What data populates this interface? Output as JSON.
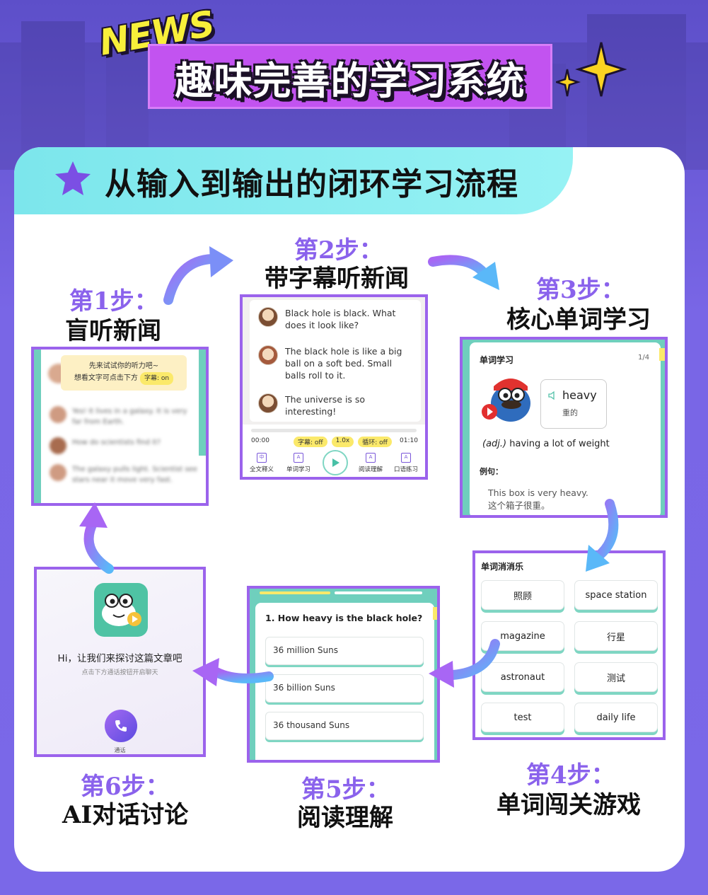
{
  "header": {
    "badge": "NEWS",
    "title": "趣味完善的学习系统"
  },
  "banner": {
    "title": "从输入到输出的闭环学习流程"
  },
  "steps": [
    {
      "num": "第1步：",
      "name": "盲听新闻"
    },
    {
      "num": "第2步：",
      "name": "带字幕听新闻"
    },
    {
      "num": "第3步：",
      "name": "核心单词学习"
    },
    {
      "num": "第4步：",
      "name": "单词闯关游戏"
    },
    {
      "num": "第5步：",
      "name": "阅读理解"
    },
    {
      "num": "第6步：",
      "name": "AI对话讨论"
    }
  ],
  "s1": {
    "hint_line1": "先来试试你的听力吧~",
    "hint_line2": "想看文字可点击下方",
    "hint_pill": "字幕: on",
    "lines": [
      "Yes! It lives in a galaxy. It is very far from Earth.",
      "How do scientists find it?",
      "The galaxy pulls light. Scientist see stars near it move very fast."
    ]
  },
  "s2": {
    "messages": [
      "Black hole is black. What does it look like?",
      "The black hole is like a big ball on a soft bed. Small balls roll to it.",
      "The universe is so interesting!"
    ],
    "time_start": "00:00",
    "time_end": "01:10",
    "pills": [
      "字幕: off",
      "1.0x",
      "循环: off"
    ],
    "tabs": [
      "全文释义",
      "单词学习",
      "阅读理解",
      "口语练习"
    ]
  },
  "s3": {
    "title": "单词学习",
    "counter": "1/4",
    "word": "heavy",
    "meaning": "重的",
    "pos": "(adj.)",
    "definition": "having a lot of weight",
    "example_label": "例句：",
    "example_en": "This box is very heavy.",
    "example_zh": "这个箱子很重。"
  },
  "s4": {
    "title": "单词消消乐",
    "words": [
      "照顾",
      "space station",
      "magazine",
      "行星",
      "astronaut",
      "测试",
      "test",
      "daily life"
    ]
  },
  "s5": {
    "question": "1. How heavy is the black hole?",
    "options": [
      "36 million Suns",
      "36 billion Suns",
      "36 thousand Suns"
    ]
  },
  "s6": {
    "greeting": "Hi，让我们来探讨这篇文章吧",
    "sub": "点击下方通话按钮开启聊天",
    "call_label": "通话"
  },
  "colors": {
    "accent": "#9b63ec",
    "teal": "#7fd6c3",
    "yellow": "#fbe96a"
  }
}
